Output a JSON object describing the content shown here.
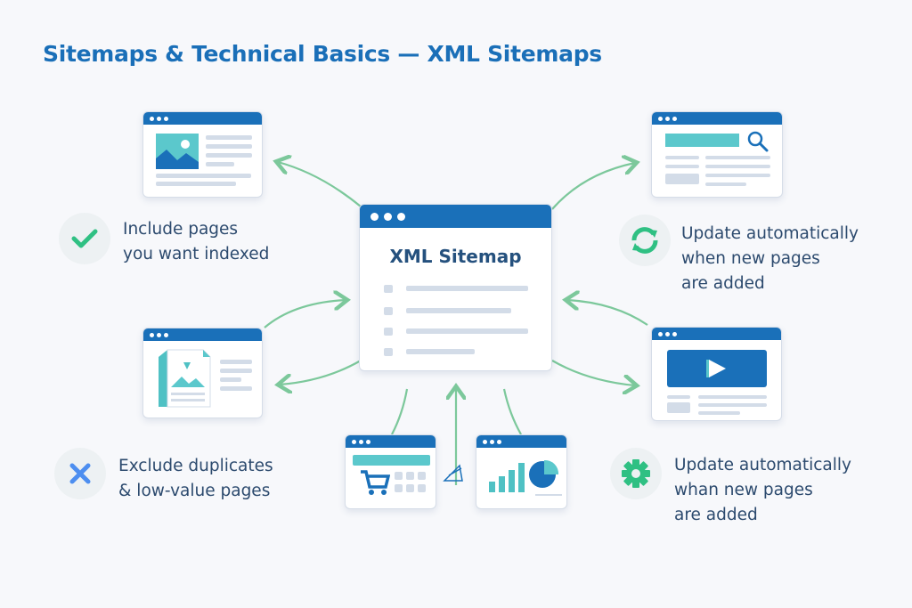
{
  "title": "Sitemaps & Technical Basics — XML Sitemaps",
  "center": {
    "label": "XML Sitemap"
  },
  "notes": [
    {
      "icon": "check-icon",
      "lines": [
        "Include pages",
        "you want indexed"
      ]
    },
    {
      "icon": "x-icon",
      "lines": [
        "Exclude duplicates",
        "& low-value pages"
      ]
    },
    {
      "icon": "refresh-icon",
      "lines": [
        "Update automatically",
        "when new pages",
        "are added"
      ]
    },
    {
      "icon": "gear-icon",
      "lines": [
        "Update automatically",
        "whan new pages",
        "are added"
      ]
    }
  ],
  "colors": {
    "blue": "#1a70b9",
    "teal": "#5bc8cc",
    "green": "#2fc083",
    "arrow": "#7cc89b",
    "text": "#2c4a6e"
  }
}
